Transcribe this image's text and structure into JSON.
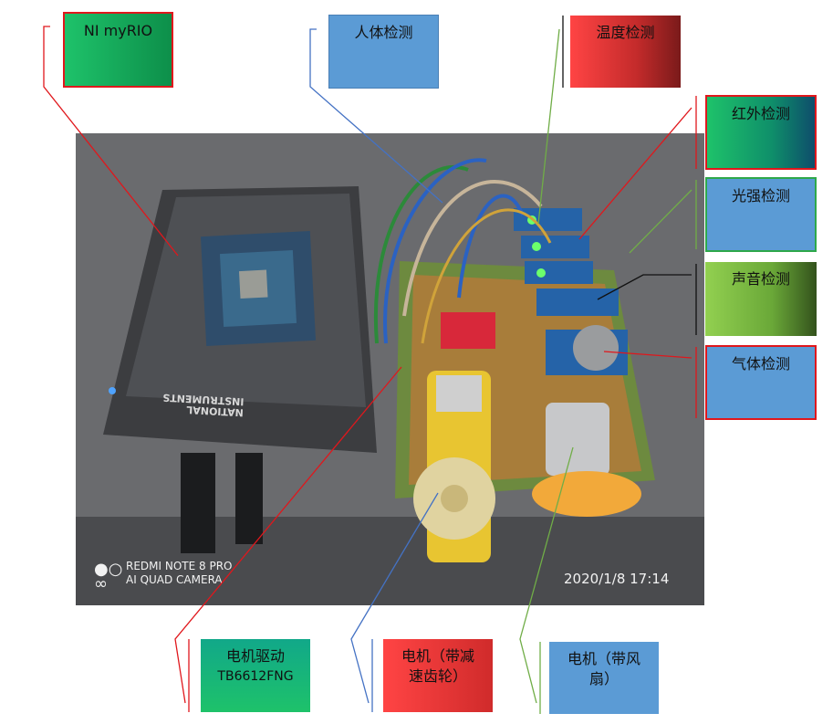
{
  "labels": {
    "myrio": "NI myRIO",
    "human": "人体检测",
    "temperature": "温度检测",
    "infrared": "红外检测",
    "light": "光强检测",
    "sound": "声音检测",
    "gas": "气体检测",
    "driver_line1": "电机驱动",
    "driver_line2": "TB6612FNG",
    "gear_motor_line1": "电机（带减",
    "gear_motor_line2": "速齿轮）",
    "fan_motor_line1": "电机（带风",
    "fan_motor_line2": "扇）"
  },
  "photo": {
    "watermark_line1": "REDMI NOTE 8 PRO",
    "watermark_line2": "AI QUAD CAMERA",
    "timestamp": "2020/1/8  17:14",
    "device_brand_line1": "NATIONAL",
    "device_brand_line2": "INSTRUMENTS"
  },
  "colors": {
    "green_box": "#1ec26a",
    "blue_box": "#5b9bd5",
    "red_box": "#e8413f",
    "red_line": "#e0171c",
    "blue_line": "#4472c4",
    "green_line": "#70ad47",
    "black_line": "#111111"
  }
}
